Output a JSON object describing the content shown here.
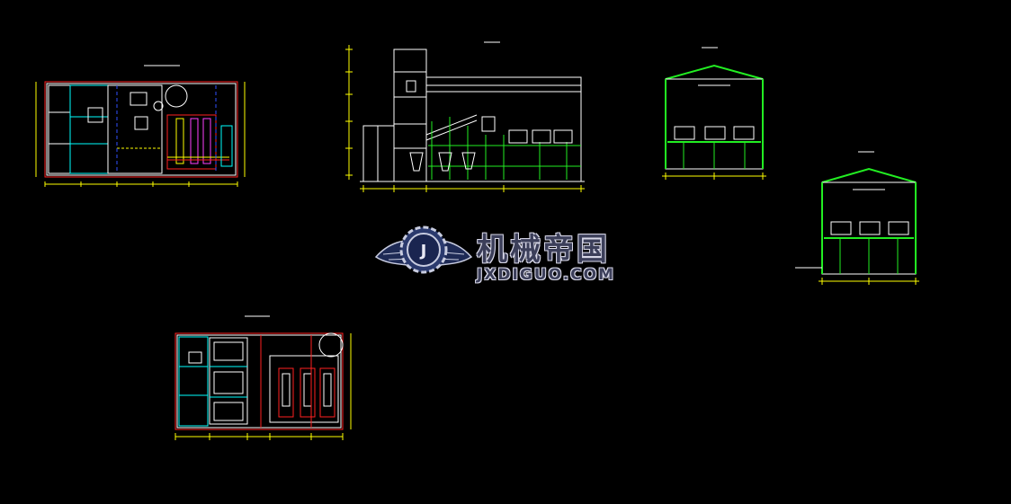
{
  "watermark": {
    "name_cn": "机械帝国",
    "name_en": "JXDIGUO.COM"
  },
  "colors": {
    "background": "#000000",
    "white": "#ffffff",
    "cyan": "#00ffff",
    "red": "#ff2020",
    "green": "#22ee22",
    "yellow": "#ffff00",
    "magenta": "#ff40ff",
    "blue": "#3050ff"
  },
  "drawings": [
    {
      "id": "plan-top-left",
      "kind": "floor-plan"
    },
    {
      "id": "section-main",
      "kind": "longitudinal-section"
    },
    {
      "id": "section-gable-1",
      "kind": "cross-section"
    },
    {
      "id": "section-gable-2",
      "kind": "cross-section"
    },
    {
      "id": "plan-bottom",
      "kind": "floor-plan"
    }
  ],
  "icons": [
    "winged-gear-logo-icon"
  ]
}
